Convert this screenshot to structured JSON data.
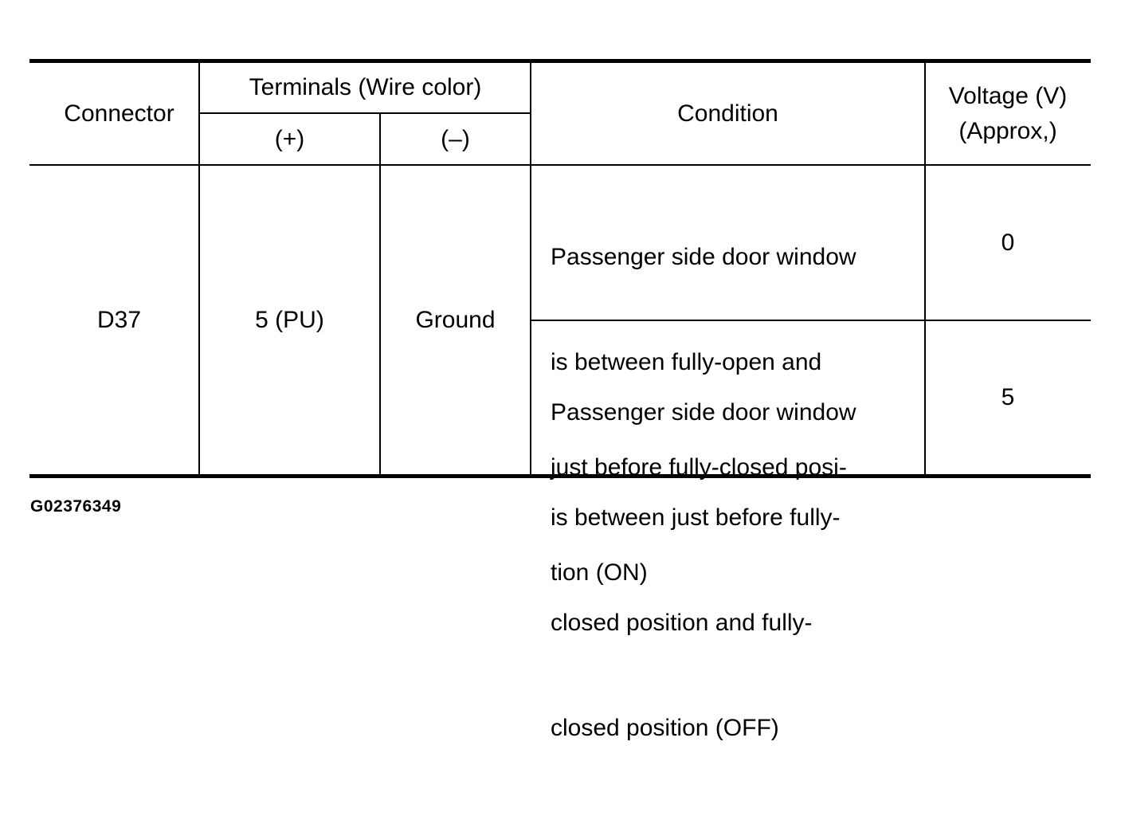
{
  "table": {
    "headers": {
      "connector": "Connector",
      "terminals": "Terminals (Wire color)",
      "plus": "(+)",
      "minus": "(–)",
      "condition": "Condition",
      "voltage_line1": "Voltage (V)",
      "voltage_line2": "(Approx,)"
    },
    "row": {
      "connector": "D37",
      "plus": "5 (PU)",
      "minus": "Ground",
      "conditions": [
        {
          "text_lines": [
            "Passenger side door window",
            "is between fully-open and",
            "just before fully-closed posi-",
            "tion (ON)"
          ],
          "voltage": "0"
        },
        {
          "text_lines": [
            "Passenger side door window",
            "is between just before fully-",
            "closed position and fully-",
            "closed position (OFF)"
          ],
          "voltage": "5"
        }
      ]
    }
  },
  "figure_id": "G02376349"
}
